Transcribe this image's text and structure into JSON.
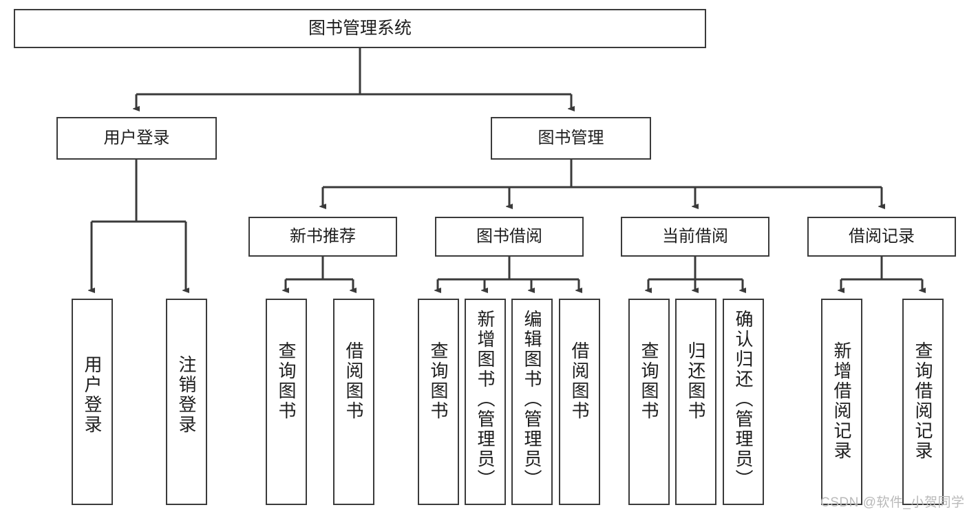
{
  "diagram": {
    "title": "图书管理系统",
    "root": {
      "label": "图书管理系统"
    },
    "level2": [
      {
        "label": "用户登录"
      },
      {
        "label": "图书管理"
      }
    ],
    "level3": [
      {
        "label": "新书推荐"
      },
      {
        "label": "图书借阅"
      },
      {
        "label": "当前借阅"
      },
      {
        "label": "借阅记录"
      }
    ],
    "leaves": {
      "user_login": [
        {
          "label": "用户登录"
        },
        {
          "label": "注销登录"
        }
      ],
      "new_book_recommend": [
        {
          "label": "查询图书"
        },
        {
          "label": "借阅图书"
        }
      ],
      "book_borrow": [
        {
          "label": "查询图书"
        },
        {
          "label": "新增图书（管理员）"
        },
        {
          "label": "编辑图书（管理员）"
        },
        {
          "label": "借阅图书"
        }
      ],
      "current_borrow": [
        {
          "label": "查询图书"
        },
        {
          "label": "归还图书"
        },
        {
          "label": "确认归还（管理员）"
        }
      ],
      "borrow_record": [
        {
          "label": "新增借阅记录"
        },
        {
          "label": "查询借阅记录"
        }
      ]
    }
  },
  "watermark": {
    "text": "CSDN @软件_小贺同学"
  },
  "colors": {
    "stroke": "#3a3a3a",
    "text": "#1d1d1d",
    "background": "#ffffff",
    "watermark": "#b9b9b9"
  }
}
